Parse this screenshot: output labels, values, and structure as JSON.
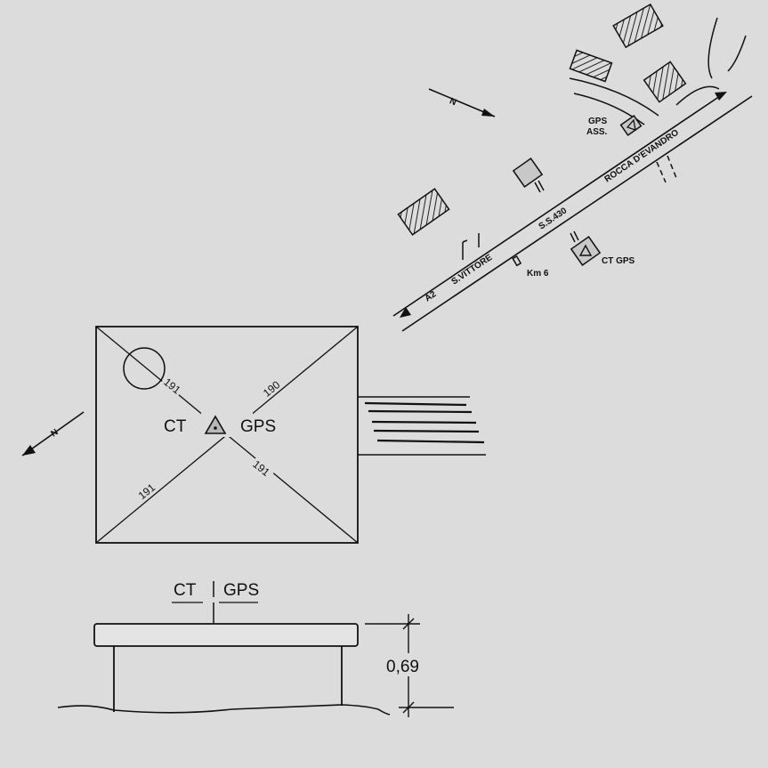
{
  "map": {
    "road_label_a2": "A2",
    "road_label_s_vittore": "S.VITTORE",
    "road_label_ss430": "S.S.430",
    "road_label_rocca": "ROCCA D'EVANDRO",
    "km_marker": "Km 6",
    "gps_ass_line1": "GPS",
    "gps_ass_line2": "ASS.",
    "ct_gps_label": "CT GPS",
    "north_symbol": "N"
  },
  "plan": {
    "ct_label": "CT",
    "gps_label": "GPS",
    "dim_top_left": "191",
    "dim_top_right": "190",
    "dim_bottom_left": "191",
    "dim_bottom_right": "191",
    "north_symbol": "N"
  },
  "section": {
    "ct_label": "CT",
    "gps_label": "GPS",
    "height_value": "0,69"
  }
}
